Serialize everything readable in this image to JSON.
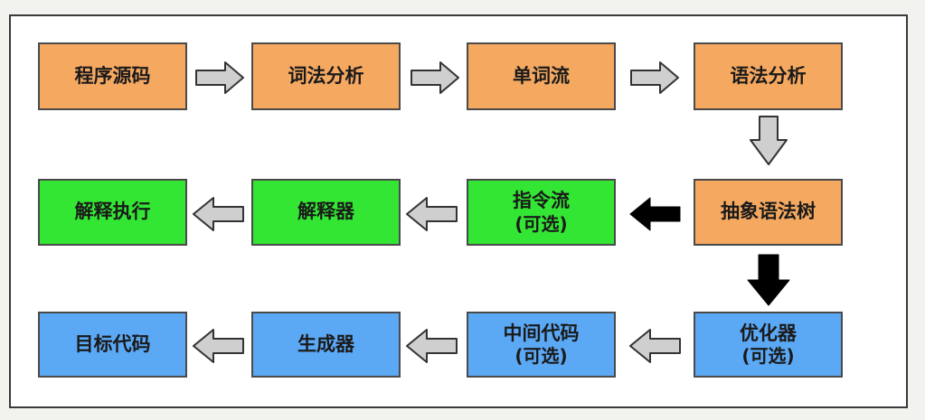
{
  "colors": {
    "orange": "#f5a860",
    "green": "#33e633",
    "blue": "#5ba8f5",
    "gray_arrow": "#cfcfcf",
    "black_arrow": "#000000"
  },
  "row1": {
    "source": "程序源码",
    "lexical": "词法分析",
    "token_stream": "单词流",
    "syntax": "语法分析"
  },
  "row2": {
    "ast": "抽象语法树",
    "instruction_stream": "指令流",
    "instruction_optional": "(可选)",
    "interpreter": "解释器",
    "interpret_exec": "解释执行"
  },
  "row3": {
    "optimizer": "优化器",
    "optimizer_optional": "(可选)",
    "intermediate": "中间代码",
    "intermediate_optional": "(可选)",
    "generator": "生成器",
    "target": "目标代码"
  }
}
